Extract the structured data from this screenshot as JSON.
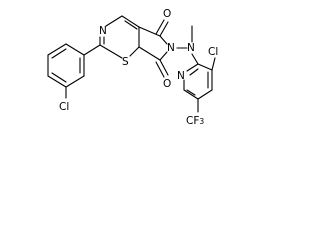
{
  "molecule": {
    "atoms": {
      "cl_left": "Cl",
      "n_thiazine": "N",
      "s_thiazine": "S",
      "o_top": "O",
      "o_bottom": "O",
      "n_imide": "N",
      "n_amine": "N",
      "cl_right": "Cl",
      "n_pyridine": "N",
      "cf3_prefix": "CF",
      "cf3_sub": "3"
    }
  }
}
